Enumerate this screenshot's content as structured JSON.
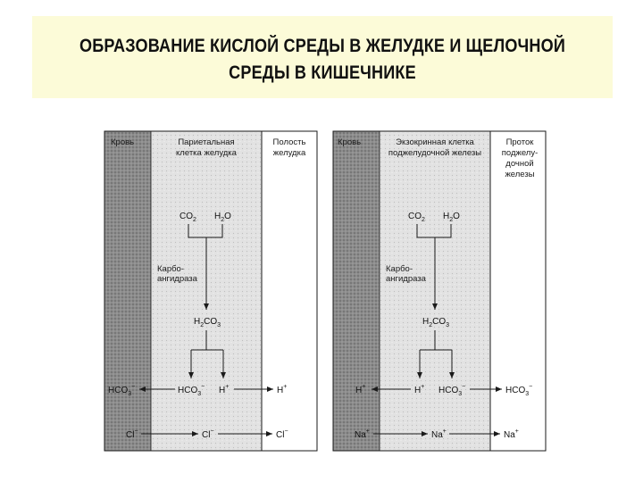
{
  "title": {
    "line1": "ОБРАЗОВАНИЕ КИСЛОЙ СРЕДЫ В ЖЕЛУДКЕ И ЩЕЛОЧНОЙ",
    "line2": "СРЕДЫ В КИШЕЧНИКЕ"
  },
  "left": {
    "col_blood": "Кровь",
    "col_cell": [
      "Париетальная",
      "клетка желудка"
    ],
    "col_lumen": [
      "Полость",
      "желудка"
    ],
    "co2": "CO",
    "co2_sub": "2",
    "h2o_pre": "H",
    "h2o_sub": "2",
    "h2o_post": "O",
    "enzyme": [
      "Карбо-",
      "ангидраза"
    ],
    "h2co3_pre": "H",
    "h2co3_sub1": "2",
    "h2co3_mid": "CO",
    "h2co3_sub2": "3",
    "hco3_blood": "HCO",
    "hco3_blood_sub": "3",
    "hco3_blood_sup": "−",
    "hco3_cell": "HCO",
    "hco3_cell_sub": "3",
    "hco3_cell_sup": "−",
    "h_cell": "H",
    "h_cell_sup": "+",
    "h_lumen": "H",
    "h_lumen_sup": "+",
    "cl_blood": "Cl",
    "cl_blood_sup": "−",
    "cl_cell": "Cl",
    "cl_cell_sup": "−",
    "cl_lumen": "Cl",
    "cl_lumen_sup": "−"
  },
  "right": {
    "col_blood": "Кровь",
    "col_cell": [
      "Экзокринная клетка",
      "поджелудочной железы"
    ],
    "col_duct": [
      "Проток",
      "поджелу-",
      "дочной",
      "железы"
    ],
    "co2": "CO",
    "co2_sub": "2",
    "h2o_pre": "H",
    "h2o_sub": "2",
    "h2o_post": "O",
    "enzyme": [
      "Карбо-",
      "ангидраза"
    ],
    "h2co3_pre": "H",
    "h2co3_sub1": "2",
    "h2co3_mid": "CO",
    "h2co3_sub2": "3",
    "h_blood": "H",
    "h_blood_sup": "+",
    "h_cell": "H",
    "h_cell_sup": "+",
    "hco3_cell": "HCO",
    "hco3_cell_sub": "3",
    "hco3_cell_sup": "−",
    "hco3_duct": "HCO",
    "hco3_duct_sub": "3",
    "hco3_duct_sup": "−",
    "na_blood": "Na",
    "na_blood_sup": "+",
    "na_cell": "Na",
    "na_cell_sup": "+",
    "na_duct": "Na",
    "na_duct_sup": "+"
  },
  "colors": {
    "title_bg": "#fcfbd8",
    "blood_fill": "#8c8c8c",
    "cell_fill": "#dedede",
    "lumen_fill": "#ffffff",
    "line": "#1a1a1a"
  }
}
